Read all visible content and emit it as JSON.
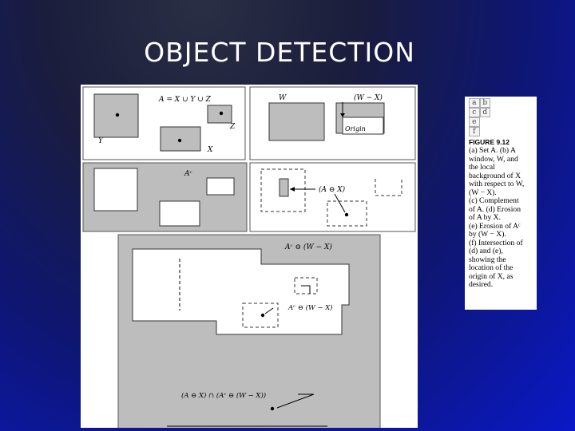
{
  "slide": {
    "title": "OBJECT DETECTION"
  },
  "figure": {
    "panel_a": {
      "formula": "A = X ∪ Y ∪ Z",
      "label_y": "Y",
      "label_z": "Z",
      "label_x": "X"
    },
    "panel_b": {
      "label_w": "W",
      "formula": "(W − X)",
      "origin_label": "Origin"
    },
    "panel_c": {
      "label": "Aᶜ"
    },
    "panel_d": {
      "formula": "(A ⊖ X)"
    },
    "panel_e": {
      "formula_top": "Aᶜ ⊖ (W − X)",
      "formula_inner": "Aᶜ ⊖ (W − X)"
    },
    "panel_f": {
      "formula": "(A ⊖ X) ∩ (Aᶜ ⊖ (W − X))"
    }
  },
  "caption": {
    "grid": [
      "a",
      "b",
      "c",
      "d",
      "e",
      "f"
    ],
    "heading": "FIGURE 9.12",
    "text": "(a) Set A. (b) A\nwindow, W, and\nthe local\nbackground of X\nwith respect to W,\n(W − X).\n(c) Complement\nof A. (d) Erosion\nof A by X.\n(e) Erosion of Aᶜ\nby (W − X).\n(f) Intersection of\n(d) and (e),\nshowing the\nlocation of the\norigin of X, as\ndesired."
  }
}
